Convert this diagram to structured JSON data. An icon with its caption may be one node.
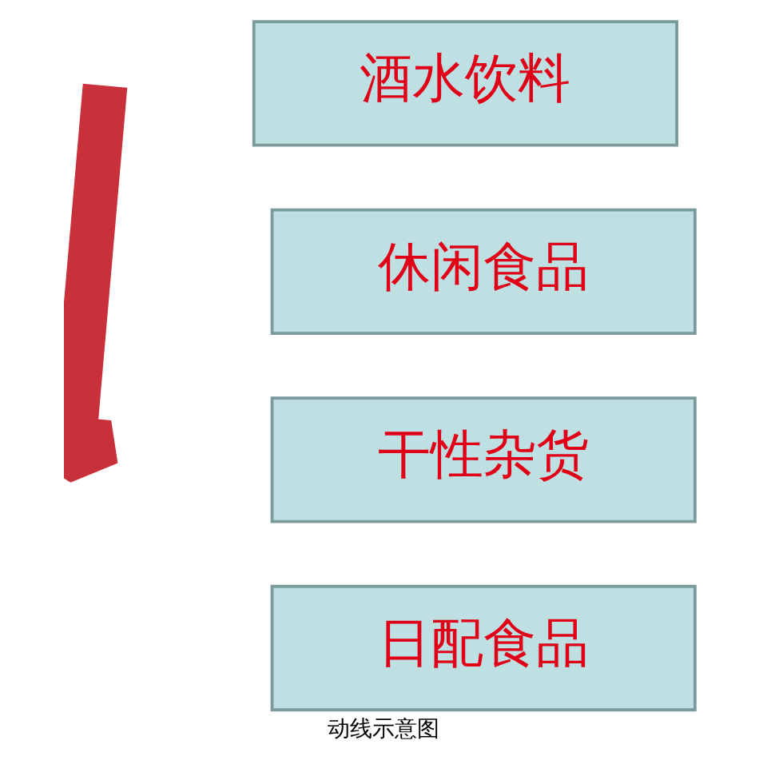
{
  "diagram": {
    "caption": "动线示意图",
    "nodes": [
      {
        "text": [
          "酒水饮料"
        ]
      },
      {
        "text": [
          "休闲食品"
        ]
      },
      {
        "text": [
          "干性杂货"
        ]
      },
      {
        "text": [
          "日配食品"
        ]
      }
    ]
  }
}
